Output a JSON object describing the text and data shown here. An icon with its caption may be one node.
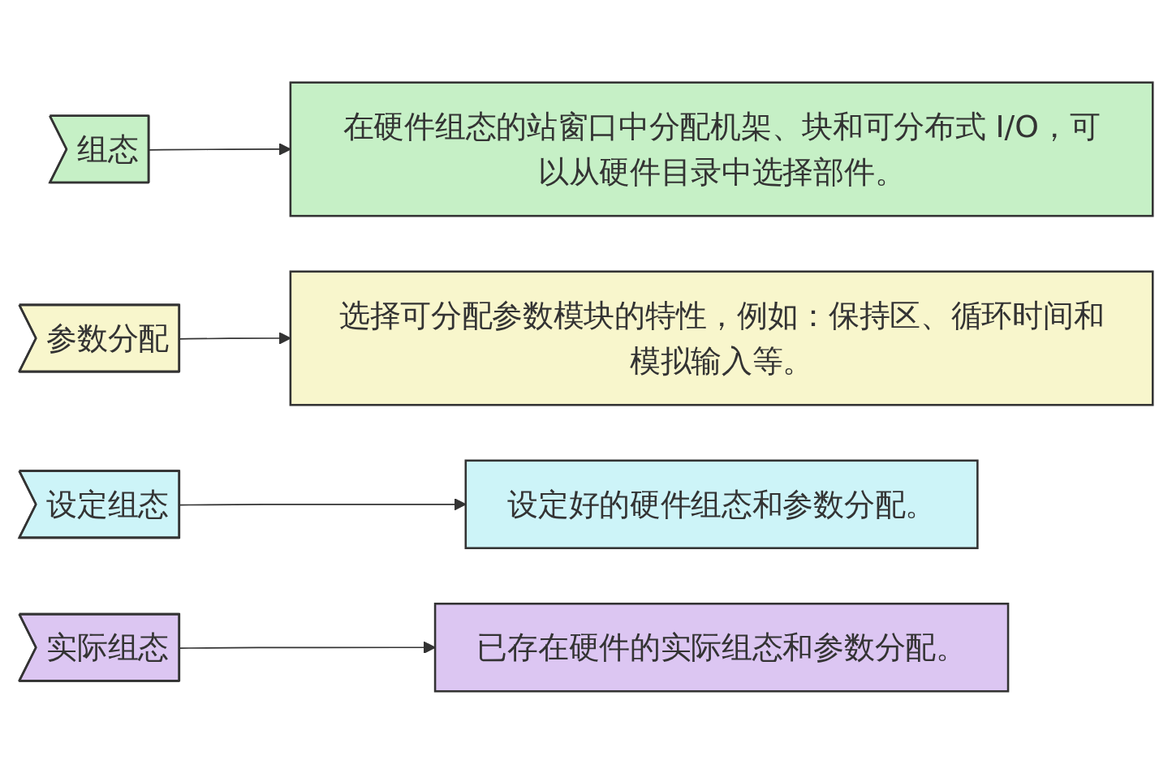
{
  "diagram": {
    "nodes": [
      {
        "text": [
          "组态"
        ]
      },
      {
        "text": [
          "在硬件组态的站窗口中分配机架、块和可分布式 I/O，可以从硬件目录中选择部件。"
        ]
      },
      {
        "text": [
          "参数分配"
        ]
      },
      {
        "text": [
          "选择可分配参数模块的特性，例如：保持区、循环时间和模拟输入等。"
        ]
      },
      {
        "text": [
          "设定组态"
        ]
      },
      {
        "text": [
          "设定好的硬件组态和参数分配。"
        ]
      },
      {
        "text": [
          "实际组态"
        ]
      },
      {
        "text": [
          "已存在硬件的实际组态和参数分配。"
        ]
      }
    ],
    "edges": [
      {
        "from": 0,
        "to": 1,
        "arrow": "to"
      },
      {
        "from": 2,
        "to": 3,
        "arrow": "to"
      },
      {
        "from": 4,
        "to": 5,
        "arrow": "to"
      },
      {
        "from": 6,
        "to": 7,
        "arrow": "to"
      }
    ]
  }
}
